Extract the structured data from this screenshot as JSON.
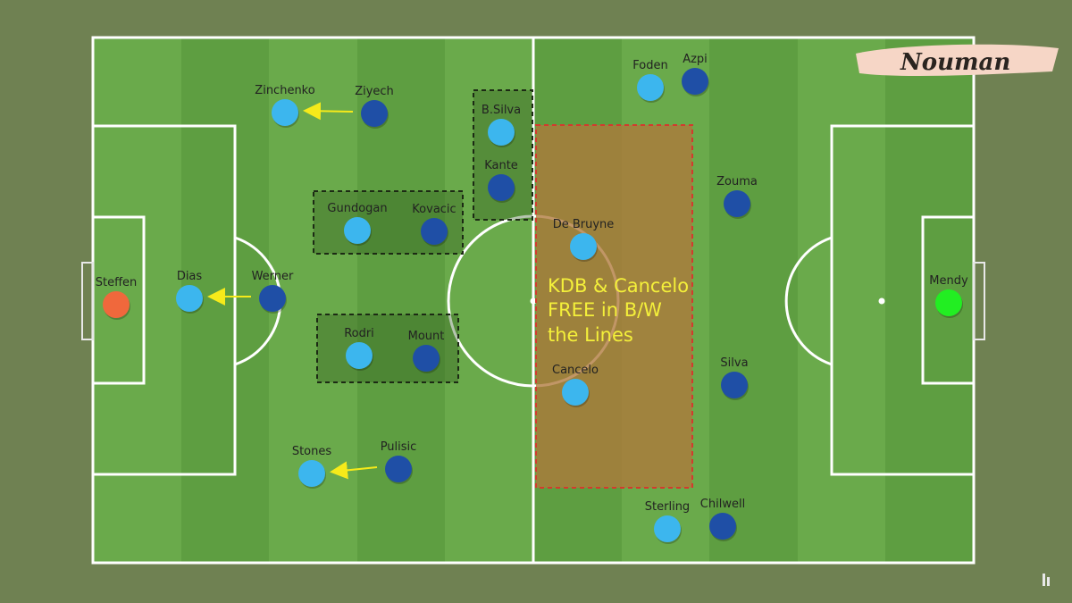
{
  "colors": {
    "stripe_light": "#6aaa4b",
    "stripe_dark": "#5e9e41",
    "line": "#ffffff",
    "home_team": "#3cb6ee",
    "away_team": "#1f4fa6",
    "home_keeper": "#f0683c",
    "away_keeper": "#22ee22",
    "arrow": "#f6ea1a",
    "zone_red_border": "#d23b2e",
    "zone_fill": "#b0783b",
    "note_text": "#f4f03a"
  },
  "brand": {
    "logo_text": "Nouman"
  },
  "annotation": {
    "lines": [
      "KDB & Cancelo",
      "FREE in B/W",
      "the Lines"
    ]
  },
  "players": [
    {
      "name": "Steffen",
      "team": "home_keeper"
    },
    {
      "name": "Dias",
      "team": "home"
    },
    {
      "name": "Werner",
      "team": "away"
    },
    {
      "name": "Zinchenko",
      "team": "home"
    },
    {
      "name": "Ziyech",
      "team": "away"
    },
    {
      "name": "Gundogan",
      "team": "home"
    },
    {
      "name": "Kovacic",
      "team": "away"
    },
    {
      "name": "Rodri",
      "team": "home"
    },
    {
      "name": "Mount",
      "team": "away"
    },
    {
      "name": "Stones",
      "team": "home"
    },
    {
      "name": "Pulisic",
      "team": "away"
    },
    {
      "name": "B.Silva",
      "team": "home"
    },
    {
      "name": "Kante",
      "team": "away"
    },
    {
      "name": "De Bruyne",
      "team": "home"
    },
    {
      "name": "Cancelo",
      "team": "home"
    },
    {
      "name": "Foden",
      "team": "home"
    },
    {
      "name": "Azpi",
      "team": "away"
    },
    {
      "name": "Zouma",
      "team": "away"
    },
    {
      "name": "Silva",
      "team": "away"
    },
    {
      "name": "Sterling",
      "team": "home"
    },
    {
      "name": "Chilwell",
      "team": "away"
    },
    {
      "name": "Mendy",
      "team": "away_keeper"
    }
  ],
  "arrows": [
    {
      "from": "Ziyech",
      "to": "Zinchenko"
    },
    {
      "from": "Werner",
      "to": "Dias"
    },
    {
      "from": "Pulisic",
      "to": "Stones"
    }
  ],
  "zones": [
    {
      "name": "zone-bsilva-kante",
      "style": "dashed-box"
    },
    {
      "name": "zone-gundogan-kovacic",
      "style": "dashed-box"
    },
    {
      "name": "zone-rodri-mount",
      "style": "dashed-box"
    },
    {
      "name": "zone-between-lines",
      "style": "red-dashed-box"
    }
  ]
}
